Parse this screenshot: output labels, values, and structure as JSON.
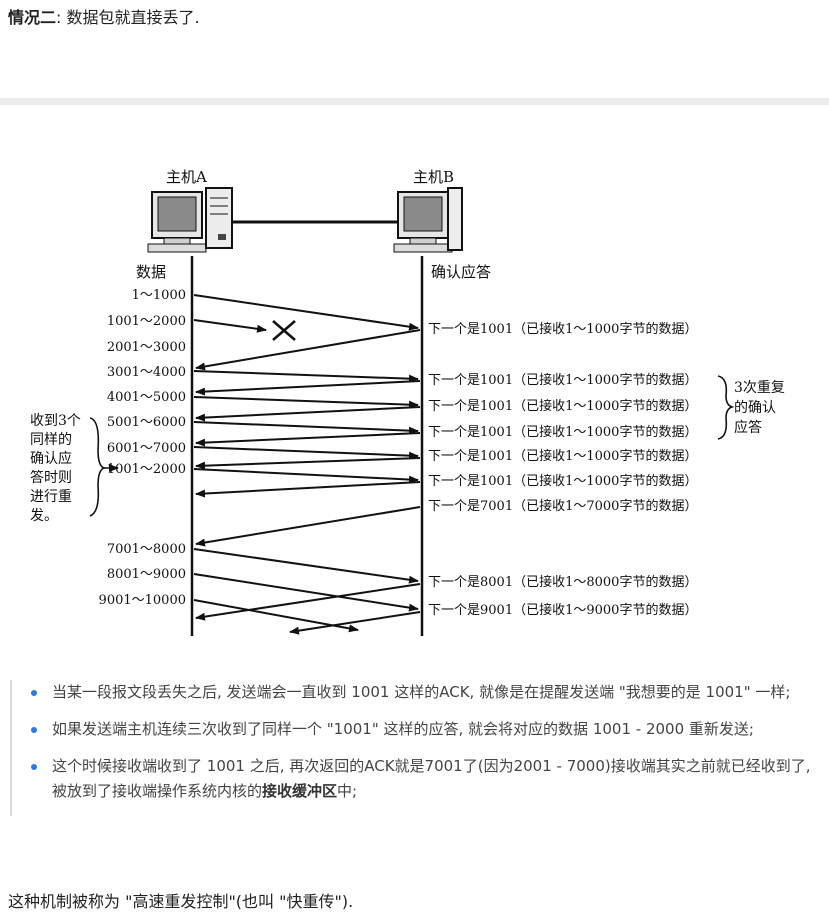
{
  "heading": {
    "bold": "情况二",
    "rest": ": 数据包就直接丢了."
  },
  "diagram": {
    "host_a": "主机A",
    "host_b": "主机B",
    "col_a": "数据",
    "col_b": "确认应答",
    "data_labels": [
      "1～1000",
      "1001～2000",
      "2001～3000",
      "3001～4000",
      "4001～5000",
      "5001～6000",
      "6001～7000",
      "1001～2000",
      "7001～8000",
      "8001～9000",
      "9001～10000"
    ],
    "ack_labels": [
      "下一个是1001（已接收1～1000字节的数据）",
      "下一个是1001（已接收1～1000字节的数据）",
      "下一个是1001（已接收1～1000字节的数据）",
      "下一个是1001（已接收1～1000字节的数据）",
      "下一个是1001（已接收1～1000字节的数据）",
      "下一个是1001（已接收1～1000字节的数据）",
      "下一个是7001（已接收1～7000字节的数据）",
      "下一个是8001（已接收1～8000字节的数据）",
      "下一个是9001（已接收1～9000字节的数据）"
    ],
    "left_note": [
      "收到3个",
      "同样的",
      "确认应",
      "答时则",
      "进行重",
      "发。"
    ],
    "right_note": [
      "3次重复",
      "的确认",
      "应答"
    ]
  },
  "bullets": [
    {
      "text": "当某一段报文段丢失之后, 发送端会一直收到 1001 这样的ACK, 就像是在提醒发送端 \"我想要的是 1001\" 一样;"
    },
    {
      "text": "如果发送端主机连续三次收到了同样一个 \"1001\" 这样的应答, 就会将对应的数据 1001 - 2000 重新发送;"
    },
    {
      "pre": "这个时候接收端收到了 1001 之后, 再次返回的ACK就是7001了(因为2001 - 7000)接收端其实之前就已经收到了, 被放到了接收端操作系统内核的",
      "bold": "接收缓冲区",
      "post": "中;"
    }
  ],
  "footer": "这种机制被称为 \"高速重发控制\"(也叫 \"快重传\")."
}
